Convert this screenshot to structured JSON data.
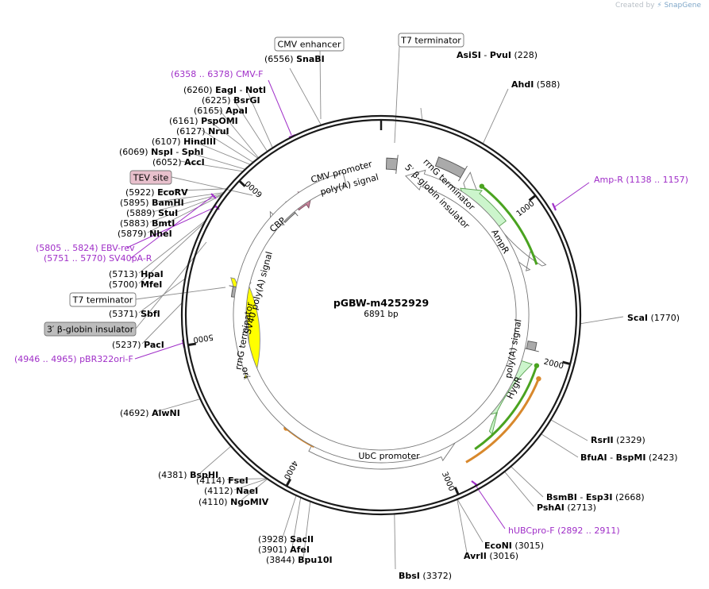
{
  "credit": {
    "prefix": "Created by",
    "brand": "SnapGene"
  },
  "plasmid": {
    "name": "pGBW-m4252929",
    "size_label": "6891 bp",
    "total_bp": 6891
  },
  "ticks": [
    "1000",
    "2000",
    "3000",
    "4000",
    "5000",
    "6000"
  ],
  "sites": [
    {
      "name": "AsiSI",
      "name2": "PvuI",
      "pos": 228
    },
    {
      "name": "AhdI",
      "pos": 588
    },
    {
      "name": "ScaI",
      "pos": 1770
    },
    {
      "name": "RsrII",
      "pos": 2329
    },
    {
      "name": "BfuAI",
      "name2": "BspMI",
      "pos": 2423
    },
    {
      "name": "BsmBI",
      "name2": "Esp3I",
      "pos": 2668
    },
    {
      "name": "PshAI",
      "pos": 2713
    },
    {
      "name": "EcoNI",
      "pos": 3015
    },
    {
      "name": "AvrII",
      "pos": 3016
    },
    {
      "name": "BbsI",
      "pos": 3372
    },
    {
      "name": "Bpu10I",
      "pos": 3844
    },
    {
      "name": "AfeI",
      "pos": 3901
    },
    {
      "name": "SacII",
      "pos": 3928
    },
    {
      "name": "NgoMIV",
      "pos": 4110
    },
    {
      "name": "NaeI",
      "pos": 4112
    },
    {
      "name": "FseI",
      "pos": 4114
    },
    {
      "name": "BspHI",
      "pos": 4381
    },
    {
      "name": "AlwNI",
      "pos": 4692
    },
    {
      "name": "PacI",
      "pos": 5237
    },
    {
      "name": "SbfI",
      "pos": 5371
    },
    {
      "name": "MfeI",
      "pos": 5700
    },
    {
      "name": "HpaI",
      "pos": 5713
    },
    {
      "name": "NheI",
      "pos": 5879
    },
    {
      "name": "BmtI",
      "pos": 5883
    },
    {
      "name": "StuI",
      "pos": 5889
    },
    {
      "name": "BamHI",
      "pos": 5895
    },
    {
      "name": "EcoRV",
      "pos": 5922
    },
    {
      "name": "AccI",
      "pos": 6052
    },
    {
      "name": "NspI",
      "name2": "SphI",
      "pos": 6069
    },
    {
      "name": "HindIII",
      "pos": 6107
    },
    {
      "name": "NruI",
      "pos": 6127
    },
    {
      "name": "PspOMI",
      "pos": 6161
    },
    {
      "name": "ApaI",
      "pos": 6165
    },
    {
      "name": "BsrGI",
      "pos": 6225
    },
    {
      "name": "EagI",
      "name2": "NotI",
      "pos": 6260
    },
    {
      "name": "SnaBI",
      "pos": 6556
    }
  ],
  "primers": [
    {
      "name": "Amp-R",
      "range": "(1138 .. 1157)"
    },
    {
      "name": "hUBCpro-F",
      "range": "(2892 .. 2911)"
    },
    {
      "name": "pBR322ori-F",
      "range": "(4946 .. 4965)"
    },
    {
      "name": "SV40pA-R",
      "range": "(5751 .. 5770)"
    },
    {
      "name": "EBV-rev",
      "range": "(5805 .. 5824)"
    },
    {
      "name": "CMV-F",
      "range": "(6358 .. 6378)"
    }
  ],
  "boxed_labels": [
    {
      "text": "CMV enhancer"
    },
    {
      "text": "T7 terminator"
    },
    {
      "text": "TEV site"
    },
    {
      "text": "T7 terminator"
    },
    {
      "text": "3′ β-globin insulator"
    }
  ],
  "features": [
    {
      "label": "rrnG terminator"
    },
    {
      "label": "5′ β-globin insulator"
    },
    {
      "label": "AmpR"
    },
    {
      "label": "poly(A) signal"
    },
    {
      "label": "HygR"
    },
    {
      "label": "UbC promoter"
    },
    {
      "label": "ori"
    },
    {
      "label": "rrnG terminator"
    },
    {
      "label": "SV40 poly(A) signal"
    },
    {
      "label": "CBP"
    },
    {
      "label": "CMV promoter"
    },
    {
      "label": "poly(A) signal"
    }
  ],
  "colors": {
    "backbone": "#1a1a1a",
    "site_text": "#000000",
    "primer": "#a02fc8",
    "ampr_fill": "#ccf5cc",
    "hygr_fill": "#ccf5cc",
    "ori_fill": "#ffff00",
    "cbp_fill": "#c9849c",
    "grey_fill": "#aaaaaa",
    "tev_fill": "#e8c0cc",
    "insulator_fill": "#bdbdbd",
    "green_arrow": "#4aa320",
    "orange_arrow": "#d8882c"
  }
}
